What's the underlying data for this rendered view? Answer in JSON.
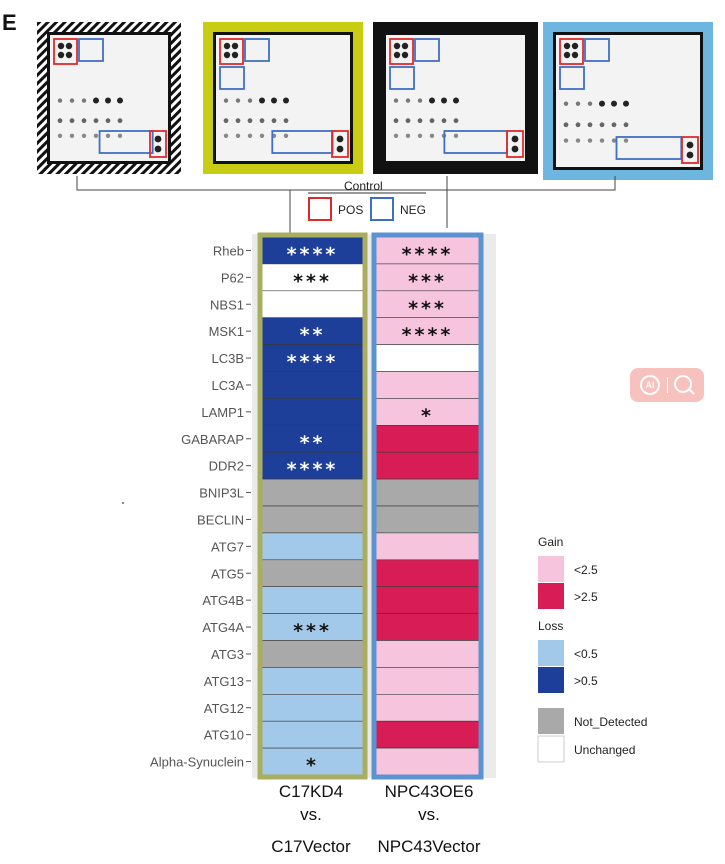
{
  "panel_letter": "E",
  "control_legend": {
    "title": "Control",
    "pos_label": "POS",
    "neg_label": "NEG",
    "pos_color": "#e02a2a",
    "neg_color": "#3f6fc4"
  },
  "frame_colors": {
    "c17": "#a9ad5e",
    "npc43": "#5b93d1",
    "blot_borders": [
      "hatched-black",
      "#c8cc12",
      "#111111",
      "#6cb6e0"
    ]
  },
  "chart_data": {
    "type": "heatmap",
    "rows": [
      "Rheb",
      "P62",
      "NBS1",
      "MSK1",
      "LC3B",
      "LC3A",
      "LAMP1",
      "GABARAP",
      "DDR2",
      "BNIP3L",
      "BECLIN",
      "ATG7",
      "ATG5",
      "ATG4B",
      "ATG4A",
      "ATG3",
      "ATG13",
      "ATG12",
      "ATG10",
      "Alpha-Synuclein"
    ],
    "columns": [
      {
        "line1": "C17KD4",
        "line2": "vs.",
        "line3": "C17Vector",
        "categories": [
          "loss_high",
          "unchanged",
          "unchanged",
          "loss_high",
          "loss_high",
          "loss_high",
          "loss_high",
          "loss_high",
          "loss_high",
          "not_detected",
          "not_detected",
          "loss_low",
          "not_detected",
          "loss_low",
          "loss_low",
          "not_detected",
          "loss_low",
          "loss_low",
          "loss_low",
          "loss_low"
        ],
        "stars": [
          "****",
          "***",
          "",
          "**",
          "****",
          "",
          "",
          "**",
          "****",
          "",
          "",
          "",
          "",
          "",
          "***",
          "",
          "",
          "",
          "",
          "*"
        ]
      },
      {
        "line1": "NPC43OE6",
        "line2": "vs.",
        "line3": "NPC43Vector",
        "categories": [
          "gain_low",
          "gain_low",
          "gain_low",
          "gain_low",
          "unchanged",
          "gain_low",
          "gain_low",
          "gain_high",
          "gain_high",
          "not_detected",
          "not_detected",
          "gain_low",
          "gain_high",
          "gain_high",
          "gain_high",
          "gain_low",
          "gain_low",
          "gain_low",
          "gain_high",
          "gain_low"
        ],
        "stars": [
          "****",
          "***",
          "***",
          "****",
          "",
          "",
          "*",
          "",
          "",
          "",
          "",
          "",
          "",
          "",
          "",
          "",
          "",
          "",
          "",
          ""
        ]
      }
    ],
    "colors": {
      "gain_low": "#f7c4dd",
      "gain_high": "#d81c55",
      "loss_low": "#a2c9ea",
      "loss_high": "#1d3f9a",
      "not_detected": "#a9a9a9",
      "unchanged": "#ffffff"
    },
    "legend": {
      "gain_title": "Gain",
      "gain_low_label": "<2.5",
      "gain_high_label": ">2.5",
      "loss_title": "Loss",
      "loss_low_label": "<0.5",
      "loss_high_label": ">0.5",
      "not_detected_label": "Not_Detected",
      "unchanged_label": "Unchanged"
    }
  }
}
